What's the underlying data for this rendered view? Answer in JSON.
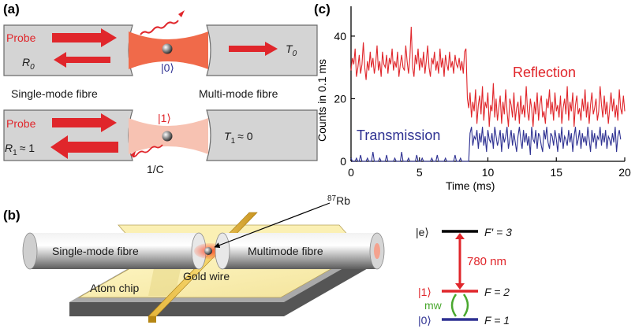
{
  "panel_a": {
    "label": "(a)",
    "probe_top": "Probe",
    "r0_main": "R",
    "r0_sub": "0",
    "t0_main": "T",
    "t0_sub": "0",
    "state0": "|0⟩",
    "single_mode": "Single-mode fibre",
    "multi_mode": "Multi-mode fibre",
    "state1": "|1⟩",
    "probe_bottom": "Probe",
    "r1_main": "R",
    "r1_sub": "1",
    "r1_rest": "≈ 1",
    "t1_main": "T",
    "t1_sub": "1",
    "t1_rest": "≈ 0",
    "one_over_c": "1/C"
  },
  "panel_b": {
    "label": "(b)",
    "rb_sup": "87",
    "rb": "Rb",
    "single_mode": "Single-mode fibre",
    "multimode": "Multimode fibre",
    "atom_chip": "Atom chip",
    "gold_wire": "Gold wire"
  },
  "levels": {
    "e_state": "|e⟩",
    "e_level": "F′ = 3",
    "transition": "780 nm",
    "one_state": "|1⟩",
    "one_level": "F = 2",
    "mw": "mw",
    "zero_state": "|0⟩",
    "zero_level": "F = 1",
    "colors": {
      "e": "#000000",
      "one": "#e0262b",
      "zero": "#2e3192",
      "mw": "#4aa82f",
      "transition": "#e0262b"
    }
  },
  "chart_data": {
    "type": "line",
    "panel_label": "(c)",
    "xlabel": "Time (ms)",
    "ylabel": "Counts in 0.1 ms",
    "xlim": [
      0,
      20
    ],
    "ylim": [
      0,
      45
    ],
    "xticks": [
      "0",
      "5",
      "10",
      "15",
      "20"
    ],
    "yticks": [
      "0",
      "20",
      "40"
    ],
    "annotations": [
      "Reflection",
      "Transmission"
    ],
    "series": [
      {
        "name": "Reflection",
        "color": "#e0262b",
        "x_start": 0,
        "x_step": 0.1,
        "values": [
          29,
          33,
          31,
          36,
          27,
          30,
          34,
          28,
          31,
          38,
          30,
          26,
          32,
          29,
          35,
          30,
          33,
          28,
          31,
          37,
          29,
          32,
          27,
          35,
          31,
          30,
          34,
          28,
          33,
          31,
          36,
          29,
          32,
          30,
          35,
          27,
          31,
          34,
          30,
          29,
          37,
          32,
          28,
          33,
          43,
          30,
          27,
          34,
          31,
          36,
          29,
          33,
          30,
          35,
          28,
          32,
          37,
          30,
          27,
          33,
          31,
          35,
          29,
          32,
          28,
          36,
          30,
          33,
          27,
          34,
          31,
          29,
          35,
          30,
          32,
          28,
          34,
          31,
          30,
          33,
          29,
          32,
          28,
          35,
          36,
          20,
          17,
          22,
          14,
          19,
          16,
          23,
          12,
          18,
          21,
          15,
          24,
          13,
          19,
          17,
          22,
          11,
          18,
          16,
          25,
          14,
          20,
          13,
          17,
          21,
          12,
          19,
          15,
          23,
          16,
          11,
          20,
          18,
          14,
          22,
          13,
          17,
          19,
          12,
          21,
          15,
          18,
          14,
          24,
          16,
          13,
          20,
          17,
          11,
          19,
          15,
          22,
          13,
          18,
          21,
          14,
          16,
          12,
          20,
          17,
          23,
          15,
          19,
          13,
          22,
          16,
          18,
          14,
          21,
          12,
          17,
          20,
          15,
          24,
          13,
          19,
          16,
          22,
          11,
          18,
          21,
          15,
          17,
          13,
          20,
          16,
          23,
          14,
          19,
          12,
          18,
          22,
          15,
          17,
          20,
          13,
          16,
          24,
          18,
          14,
          21,
          15,
          19,
          12,
          17,
          22,
          16,
          20,
          14,
          18,
          13,
          23,
          17,
          15,
          21,
          16
        ]
      },
      {
        "name": "Transmission",
        "color": "#2e3192",
        "x_start": 0,
        "x_step": 0.1,
        "values": [
          1,
          0,
          0,
          0,
          1,
          0,
          0,
          2,
          0,
          0,
          0,
          0,
          1,
          0,
          0,
          0,
          3,
          0,
          0,
          0,
          0,
          1,
          0,
          0,
          0,
          0,
          2,
          0,
          0,
          0,
          0,
          0,
          1,
          0,
          0,
          0,
          0,
          3,
          0,
          0,
          0,
          0,
          1,
          0,
          0,
          0,
          0,
          0,
          2,
          0,
          0,
          0,
          1,
          0,
          0,
          0,
          0,
          0,
          0,
          1,
          0,
          0,
          0,
          2,
          0,
          0,
          0,
          0,
          0,
          1,
          0,
          0,
          0,
          0,
          0,
          0,
          2,
          0,
          0,
          0,
          1,
          0,
          0,
          0,
          0,
          0,
          0,
          9,
          11,
          5,
          8,
          7,
          10,
          4,
          9,
          6,
          11,
          5,
          8,
          3,
          10,
          7,
          6,
          9,
          4,
          11,
          8,
          5,
          7,
          10,
          3,
          9,
          6,
          8,
          11,
          4,
          7,
          10,
          5,
          9,
          6,
          3,
          8,
          11,
          7,
          4,
          10,
          6,
          9,
          5,
          8,
          2,
          11,
          7,
          6,
          10,
          4,
          9,
          8,
          5,
          3,
          10,
          7,
          11,
          6,
          4,
          9,
          8,
          5,
          10,
          7,
          3,
          9,
          6,
          11,
          4,
          8,
          7,
          5,
          10,
          6,
          9,
          3,
          8,
          11,
          5,
          7,
          10,
          4,
          9,
          6,
          8,
          5,
          11,
          7,
          3,
          10,
          6,
          9,
          4,
          8,
          7,
          11,
          5,
          9,
          6,
          10,
          4,
          8,
          7,
          5,
          9,
          6,
          11,
          3,
          8,
          10,
          7
        ]
      }
    ]
  }
}
